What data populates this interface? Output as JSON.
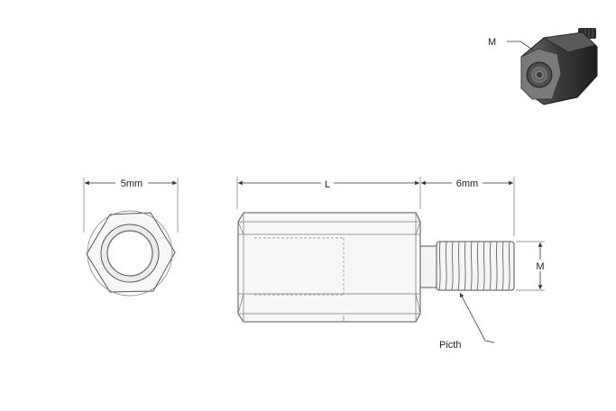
{
  "labels": {
    "width_dim": "5mm",
    "length_dim": "L",
    "thread_length_dim": "6mm",
    "thread_diameter_dim": "M",
    "iso_thread_label": "M",
    "pitch_label": "Picth"
  }
}
